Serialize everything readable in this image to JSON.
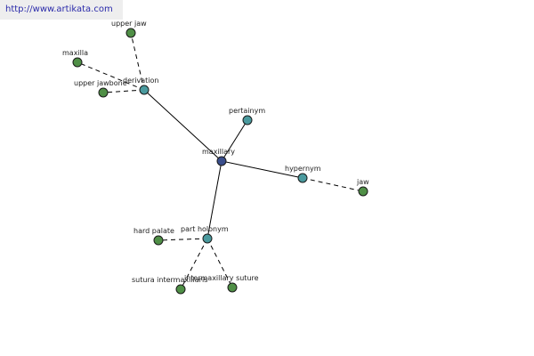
{
  "header": {
    "url": "http://www.artikata.com"
  },
  "colors": {
    "center_node": "#3a4e8c",
    "relation_node": "#4a9a9e",
    "leaf_node": "#4f8f46",
    "url_bar_bg": "#eeeeee"
  },
  "graph": {
    "nodes": {
      "maxillary": "maxillary",
      "derivation": "derivation",
      "pertainym": "pertainym",
      "hypernym": "hypernym",
      "part_holonym": "part holonym",
      "upper_jaw": "upper jaw",
      "maxilla": "maxilla",
      "upper_jawbone": "upper jawbone",
      "jaw": "jaw",
      "hard_palate": "hard palate",
      "sutura_intermaxillaris": "sutura intermaxillaris",
      "intermaxillary_suture": "intermaxillary suture"
    },
    "edges": [
      {
        "from": "maxillary",
        "to": "derivation",
        "style": "solid"
      },
      {
        "from": "maxillary",
        "to": "pertainym",
        "style": "solid"
      },
      {
        "from": "maxillary",
        "to": "hypernym",
        "style": "solid"
      },
      {
        "from": "maxillary",
        "to": "part holonym",
        "style": "solid"
      },
      {
        "from": "derivation",
        "to": "upper jaw",
        "style": "dashed"
      },
      {
        "from": "derivation",
        "to": "maxilla",
        "style": "dashed"
      },
      {
        "from": "derivation",
        "to": "upper jawbone",
        "style": "dashed"
      },
      {
        "from": "hypernym",
        "to": "jaw",
        "style": "dashed"
      },
      {
        "from": "part holonym",
        "to": "hard palate",
        "style": "dashed"
      },
      {
        "from": "part holonym",
        "to": "sutura intermaxillaris",
        "style": "dashed"
      },
      {
        "from": "part holonym",
        "to": "intermaxillary suture",
        "style": "dashed"
      }
    ]
  }
}
